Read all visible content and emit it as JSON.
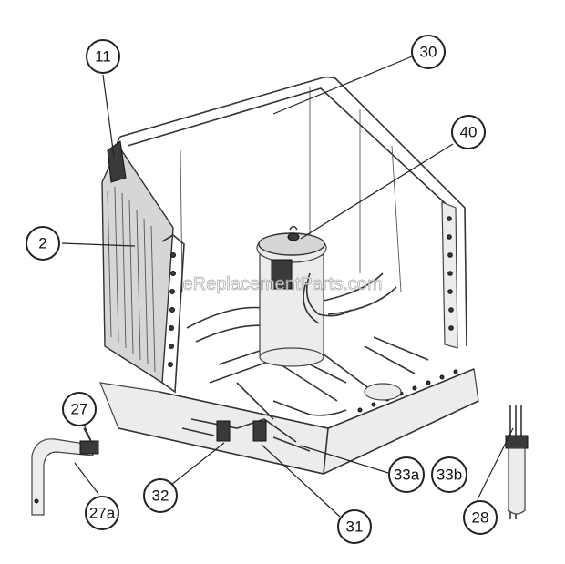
{
  "watermark": "eReplacementParts.com",
  "callouts": [
    {
      "id": "11",
      "label": "11"
    },
    {
      "id": "30",
      "label": "30"
    },
    {
      "id": "40",
      "label": "40"
    },
    {
      "id": "2",
      "label": "2"
    },
    {
      "id": "27",
      "label": "27"
    },
    {
      "id": "27a",
      "label": "27a"
    },
    {
      "id": "32",
      "label": "32"
    },
    {
      "id": "31",
      "label": "31"
    },
    {
      "id": "33a",
      "label": "33a"
    },
    {
      "id": "33b",
      "label": "33b"
    },
    {
      "id": "28",
      "label": "28"
    }
  ]
}
